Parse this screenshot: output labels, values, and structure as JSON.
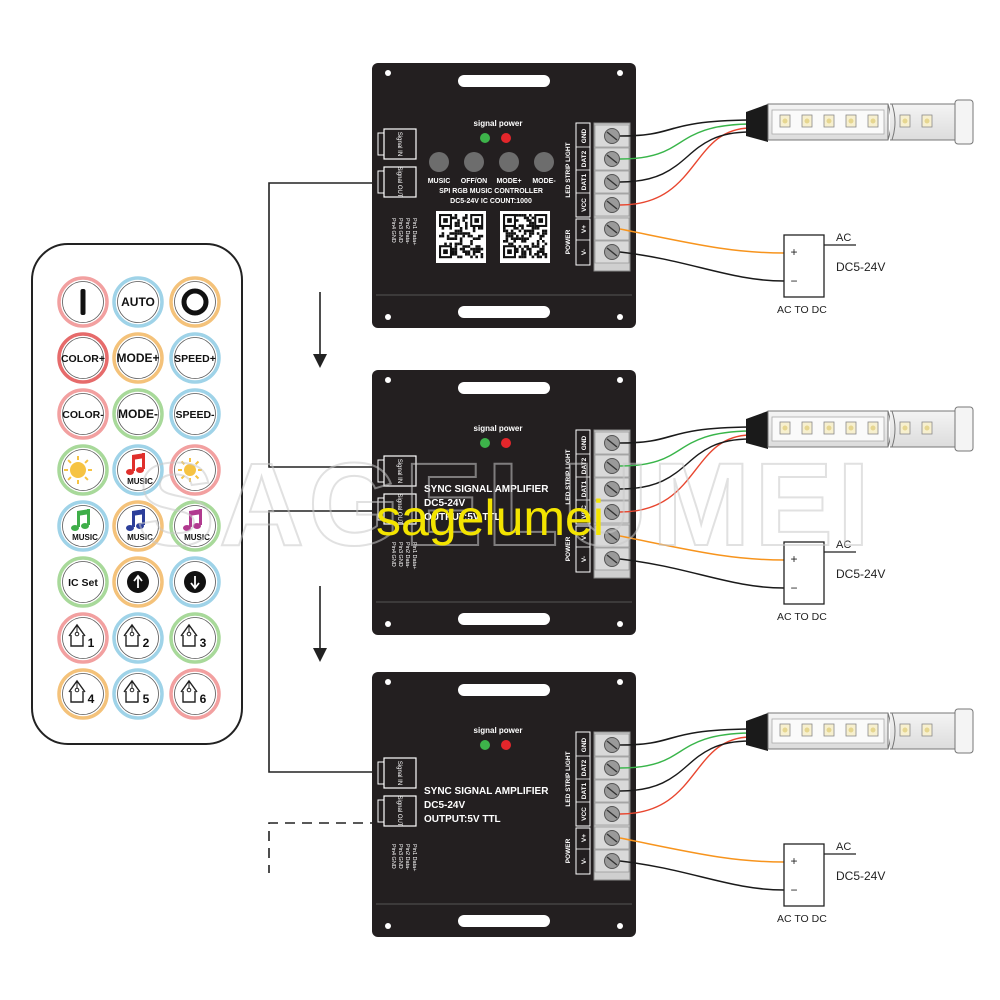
{
  "remote": {
    "buttons": [
      {
        "label": "",
        "icon": "power-bar-icon",
        "ring": "#f2a0a0"
      },
      {
        "label": "AUTO",
        "icon": "",
        "ring": "#9fd3e8"
      },
      {
        "label": "",
        "icon": "circle-icon",
        "ring": "#f4c27a"
      },
      {
        "label": "COLOR+",
        "icon": "",
        "ring": "#e66b6b"
      },
      {
        "label": "MODE+",
        "icon": "",
        "ring": "#f4c27a"
      },
      {
        "label": "SPEED+",
        "icon": "",
        "ring": "#9fd3e8"
      },
      {
        "label": "COLOR-",
        "icon": "",
        "ring": "#f2a0a0"
      },
      {
        "label": "MODE-",
        "icon": "",
        "ring": "#a8d99a"
      },
      {
        "label": "SPEED-",
        "icon": "",
        "ring": "#9fd3e8"
      },
      {
        "label": "",
        "icon": "brightness-up-icon",
        "ring": "#a8d99a"
      },
      {
        "label": "MUSIC",
        "icon": "music-note-red-icon",
        "ring": "#9fd3e8"
      },
      {
        "label": "",
        "icon": "brightness-down-icon",
        "ring": "#f2a0a0"
      },
      {
        "label": "MUSIC",
        "icon": "music-note-green-icon",
        "ring": "#9fd3e8"
      },
      {
        "label": "MUSIC",
        "icon": "music-note-blue-icon",
        "ring": "#f4c27a"
      },
      {
        "label": "MUSIC",
        "icon": "music-note-purple-icon",
        "ring": "#a8d99a"
      },
      {
        "label": "IC Set",
        "icon": "",
        "ring": "#a8d99a"
      },
      {
        "label": "",
        "icon": "arrow-up-icon",
        "ring": "#f4c27a"
      },
      {
        "label": "",
        "icon": "arrow-down-icon",
        "ring": "#9fd3e8"
      },
      {
        "label": "1",
        "icon": "house-icon",
        "ring": "#f2a0a0"
      },
      {
        "label": "2",
        "icon": "house-icon",
        "ring": "#9fd3e8"
      },
      {
        "label": "3",
        "icon": "house-icon",
        "ring": "#a8d99a"
      },
      {
        "label": "4",
        "icon": "house-icon",
        "ring": "#f4c27a"
      },
      {
        "label": "5",
        "icon": "house-icon",
        "ring": "#9fd3e8"
      },
      {
        "label": "6",
        "icon": "house-icon",
        "ring": "#f2a0a0"
      }
    ]
  },
  "controller": {
    "signal_power": "signal power",
    "buttons": [
      "MUSIC",
      "OFF/ON",
      "MODE+",
      "MODE-"
    ],
    "line1": "SPI RGB MUSIC CONTROLLER",
    "line2": "DC5-24V IC COUNT:1000",
    "port_in": "Signal IN",
    "port_out": "Signal OUT",
    "pins_a": [
      "Pin1 Data+",
      "Pin2 Data-"
    ],
    "pins_b": [
      "Pin3 GND",
      "Pin4 GND"
    ]
  },
  "amplifier": {
    "signal_power": "signal power",
    "line1": "SYNC SIGNAL AMPLIFIER",
    "line2": "DC5-24V",
    "line3": "OUTPUT:5V TTL",
    "port_in": "Signal IN",
    "port_out": "Signal OUT",
    "pins_a": [
      "Pin1 Data+",
      "Pin2 Data-"
    ],
    "pins_b": [
      "Pin3 GND",
      "Pin4 GND"
    ]
  },
  "terminals": {
    "led_group": "LED STRIP LIGHT",
    "power_group": "POWER",
    "led": [
      "GND",
      "DAT2",
      "DAT1",
      "VCC"
    ],
    "power": [
      "V+",
      "V-"
    ]
  },
  "psu": {
    "plus": "+",
    "minus": "−",
    "ac": "AC",
    "voltage": "DC5-24V",
    "caption": "AC TO DC"
  },
  "watermark": {
    "big": "SAGELUMEI",
    "small": "sagelumei"
  },
  "colors": {
    "device": "#231f20",
    "wire_black": "#1a1a1a",
    "wire_green": "#39b54a",
    "wire_red": "#e8462f",
    "wire_orange": "#f7941d",
    "led_green": "#3db34a",
    "led_red": "#e3262b",
    "watermark_yellow": "#f3e400"
  }
}
